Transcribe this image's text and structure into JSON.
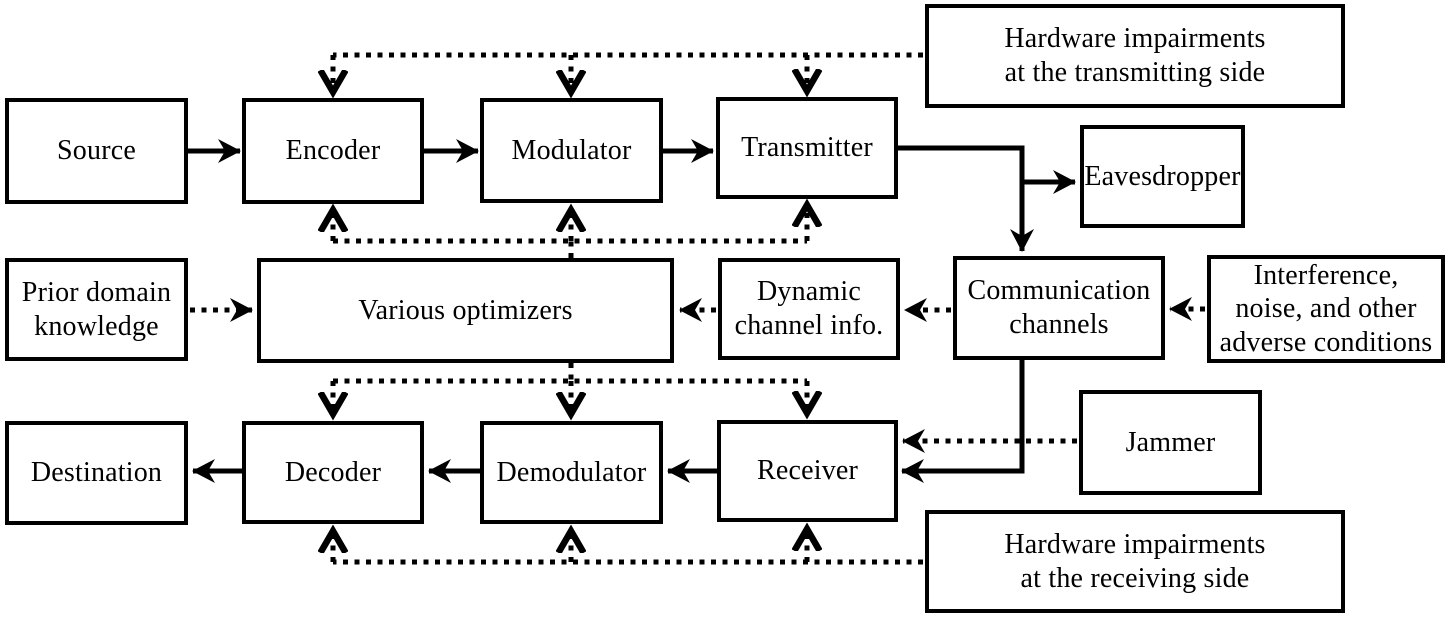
{
  "diagram_title": "Communication system block diagram with optimizers, impairments and adversaries",
  "colors": {
    "line": "#000000",
    "box_border": "#000000",
    "box_bg": "#ffffff",
    "page_bg": "#ffffff"
  },
  "nodes": {
    "source": {
      "label": "Source"
    },
    "encoder": {
      "label": "Encoder"
    },
    "modulator": {
      "label": "Modulator"
    },
    "transmitter": {
      "label": "Transmitter"
    },
    "hw_tx": {
      "label": "Hardware impairments\nat the transmitting side"
    },
    "eavesdropper": {
      "label": "Eavesdropper"
    },
    "prior_knowledge": {
      "label": "Prior domain\nknowledge"
    },
    "optimizers": {
      "label": "Various optimizers"
    },
    "dynamic_info": {
      "label": "Dynamic\nchannel info."
    },
    "comm_channels": {
      "label": "Communication\nchannels"
    },
    "interference": {
      "label": "Interference,\nnoise, and other\nadverse conditions"
    },
    "destination": {
      "label": "Destination"
    },
    "decoder": {
      "label": "Decoder"
    },
    "demodulator": {
      "label": "Demodulator"
    },
    "receiver": {
      "label": "Receiver"
    },
    "jammer": {
      "label": "Jammer"
    },
    "hw_rx": {
      "label": "Hardware impairments\nat the receiving side"
    }
  },
  "edges": [
    {
      "from": "source",
      "to": "encoder",
      "style": "solid"
    },
    {
      "from": "encoder",
      "to": "modulator",
      "style": "solid"
    },
    {
      "from": "modulator",
      "to": "transmitter",
      "style": "solid"
    },
    {
      "from": "transmitter",
      "to": "eavesdropper",
      "style": "solid"
    },
    {
      "from": "transmitter",
      "to": "comm_channels",
      "style": "solid"
    },
    {
      "from": "comm_channels",
      "to": "receiver",
      "style": "solid"
    },
    {
      "from": "receiver",
      "to": "demodulator",
      "style": "solid"
    },
    {
      "from": "demodulator",
      "to": "decoder",
      "style": "solid"
    },
    {
      "from": "decoder",
      "to": "destination",
      "style": "solid"
    },
    {
      "from": "hw_tx",
      "to": "encoder",
      "style": "dotted"
    },
    {
      "from": "hw_tx",
      "to": "modulator",
      "style": "dotted"
    },
    {
      "from": "hw_tx",
      "to": "transmitter",
      "style": "dotted"
    },
    {
      "from": "optimizers",
      "to": "encoder",
      "style": "dotted"
    },
    {
      "from": "optimizers",
      "to": "modulator",
      "style": "dotted"
    },
    {
      "from": "optimizers",
      "to": "transmitter",
      "style": "dotted"
    },
    {
      "from": "optimizers",
      "to": "decoder",
      "style": "dotted"
    },
    {
      "from": "optimizers",
      "to": "demodulator",
      "style": "dotted"
    },
    {
      "from": "optimizers",
      "to": "receiver",
      "style": "dotted"
    },
    {
      "from": "hw_rx",
      "to": "decoder",
      "style": "dotted"
    },
    {
      "from": "hw_rx",
      "to": "demodulator",
      "style": "dotted"
    },
    {
      "from": "hw_rx",
      "to": "receiver",
      "style": "dotted"
    },
    {
      "from": "prior_knowledge",
      "to": "optimizers",
      "style": "dotted"
    },
    {
      "from": "dynamic_info",
      "to": "optimizers",
      "style": "dotted"
    },
    {
      "from": "comm_channels",
      "to": "dynamic_info",
      "style": "dotted"
    },
    {
      "from": "interference",
      "to": "comm_channels",
      "style": "dotted"
    },
    {
      "from": "jammer",
      "to": "receiver",
      "style": "dotted"
    }
  ]
}
